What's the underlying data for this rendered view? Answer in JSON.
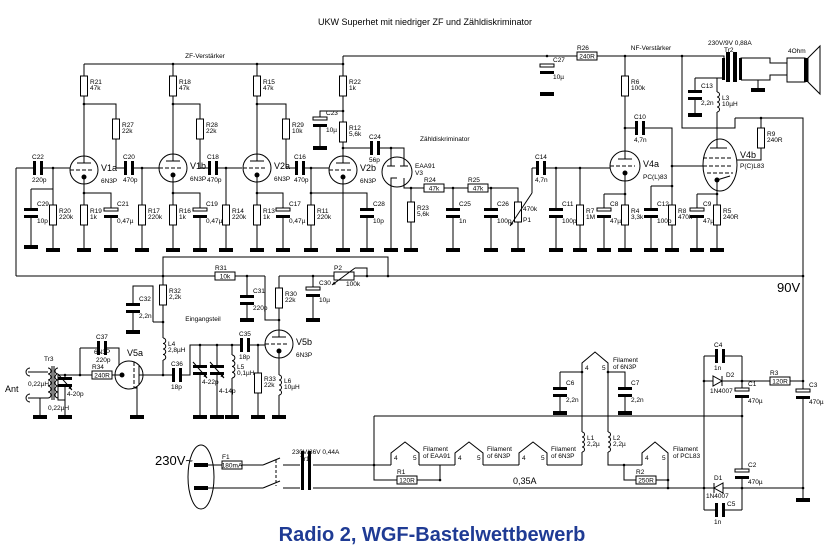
{
  "title": "UKW Superhet mit niedriger ZF und Zähldiskriminator",
  "sections": {
    "if_amp": "ZF-Verstärker",
    "af_amp": "NF-Verstärker",
    "discriminator": "Zähldiskriminator",
    "input": "Eingangsteil"
  },
  "labels": {
    "supply": "90V",
    "antenna": "Ant",
    "mains": "230V~",
    "filament_current": "0,35A"
  },
  "footer": "Radio 2, WGF-Bastelwettbewerb",
  "footer_color": "#1f3b94",
  "speaker": {
    "impedance": "4Ohm"
  },
  "tubes": [
    {
      "ref": "V1a",
      "type": "6N3P"
    },
    {
      "ref": "V1b",
      "type": "6N3P"
    },
    {
      "ref": "V2a",
      "type": "6N3P"
    },
    {
      "ref": "V2b",
      "type": "6N3P"
    },
    {
      "ref": "V3",
      "type": "EAA91"
    },
    {
      "ref": "V4a",
      "type": "PC(L)83"
    },
    {
      "ref": "V4b",
      "type": "P(C)L83"
    },
    {
      "ref": "V5a",
      "type": "6N3P"
    },
    {
      "ref": "V5b",
      "type": "6N3P"
    }
  ],
  "components": [
    {
      "ref": "R21",
      "value": "47k"
    },
    {
      "ref": "R18",
      "value": "47k"
    },
    {
      "ref": "R15",
      "value": "47k"
    },
    {
      "ref": "R22",
      "value": "1k"
    },
    {
      "ref": "R27",
      "value": "22k"
    },
    {
      "ref": "R28",
      "value": "22k"
    },
    {
      "ref": "R29",
      "value": "10k"
    },
    {
      "ref": "R12",
      "value": "5,6k"
    },
    {
      "ref": "C23",
      "value": "10µ"
    },
    {
      "ref": "C22",
      "value": "220p"
    },
    {
      "ref": "C20",
      "value": "470p"
    },
    {
      "ref": "C18",
      "value": "470p"
    },
    {
      "ref": "C16",
      "value": "470p"
    },
    {
      "ref": "C24",
      "value": "56p"
    },
    {
      "ref": "C29",
      "value": "10p"
    },
    {
      "ref": "R20",
      "value": "220k"
    },
    {
      "ref": "R19",
      "value": "1k"
    },
    {
      "ref": "C21",
      "value": "0,47µ"
    },
    {
      "ref": "R17",
      "value": "220k"
    },
    {
      "ref": "R16",
      "value": "1k"
    },
    {
      "ref": "C19",
      "value": "0,47µ"
    },
    {
      "ref": "R14",
      "value": "220k"
    },
    {
      "ref": "R13",
      "value": "1k"
    },
    {
      "ref": "C17",
      "value": "0,47µ"
    },
    {
      "ref": "R11",
      "value": "220k"
    },
    {
      "ref": "C28",
      "value": "10p"
    },
    {
      "ref": "R23",
      "value": "5,6k"
    },
    {
      "ref": "R24",
      "value": "47k"
    },
    {
      "ref": "R25",
      "value": "47k"
    },
    {
      "ref": "C25",
      "value": "1n"
    },
    {
      "ref": "C26",
      "value": "100p"
    },
    {
      "ref": "P1",
      "value": "470k"
    },
    {
      "ref": "C14",
      "value": "4,7n"
    },
    {
      "ref": "C11",
      "value": "100p"
    },
    {
      "ref": "R7",
      "value": "1M"
    },
    {
      "ref": "C8",
      "value": "47µ"
    },
    {
      "ref": "R4",
      "value": "3,3k"
    },
    {
      "ref": "C12",
      "value": "100p"
    },
    {
      "ref": "R8",
      "value": "470k"
    },
    {
      "ref": "C9",
      "value": "47µ"
    },
    {
      "ref": "R5",
      "value": "240R"
    },
    {
      "ref": "R26",
      "value": "240R"
    },
    {
      "ref": "C27",
      "value": "10µ"
    },
    {
      "ref": "R6",
      "value": "100k"
    },
    {
      "ref": "C10",
      "value": "4,7n"
    },
    {
      "ref": "C13",
      "value": "2,2n"
    },
    {
      "ref": "L3",
      "value": "10µH"
    },
    {
      "ref": "R9",
      "value": "240R"
    },
    {
      "ref": "Tr2",
      "value": "230V/9V 0,88A"
    },
    {
      "ref": "R31",
      "value": "10k"
    },
    {
      "ref": "P2",
      "value": "100k"
    },
    {
      "ref": "C30",
      "value": "10µ"
    },
    {
      "ref": "R30",
      "value": "22k"
    },
    {
      "ref": "C31",
      "value": "220p"
    },
    {
      "ref": "R32",
      "value": "2,2k"
    },
    {
      "ref": "C32",
      "value": "2,2n"
    },
    {
      "ref": "L4",
      "value": "2,8µH"
    },
    {
      "ref": "C37",
      "value": "220p"
    },
    {
      "ref": "R34",
      "value": "240R"
    },
    {
      "ref": "C36",
      "value": "18p"
    },
    {
      "ref": "C35",
      "value": "18p"
    },
    {
      "ref": "L5",
      "value": "0,1µH"
    },
    {
      "ref": "R33",
      "value": "22k"
    },
    {
      "ref": "L6",
      "value": "10µH"
    },
    {
      "ref": "Tr3",
      "value": "0,22µH",
      "value2": "0,22µH"
    },
    {
      "ref": "F1",
      "value": "180mA"
    },
    {
      "ref": "Tr1",
      "value": "230V/36V 0,44A"
    },
    {
      "ref": "R1",
      "value": "120R"
    },
    {
      "ref": "R2",
      "value": "250R"
    },
    {
      "ref": "L1",
      "value": "2,2µ"
    },
    {
      "ref": "L2",
      "value": "2,2µ"
    },
    {
      "ref": "C6",
      "value": "2,2n"
    },
    {
      "ref": "C7",
      "value": "2,2n"
    },
    {
      "ref": "C4",
      "value": "1n"
    },
    {
      "ref": "D2",
      "value": "1N4007"
    },
    {
      "ref": "C1",
      "value": "470µ"
    },
    {
      "ref": "R3",
      "value": "120R"
    },
    {
      "ref": "C3",
      "value": "470µ"
    },
    {
      "ref": "C2",
      "value": "470µ"
    },
    {
      "ref": "D1",
      "value": "1N4007"
    },
    {
      "ref": "C5",
      "value": "1n"
    }
  ],
  "trimmers": [
    {
      "value": "4-20p"
    },
    {
      "value": "4-22p"
    },
    {
      "value": "4-14p"
    }
  ],
  "filament_pins": [
    "4",
    "5"
  ],
  "filaments": [
    {
      "line1": "Filament",
      "line2": "of EAA91"
    },
    {
      "line1": "Filament",
      "line2": "of 6N3P"
    },
    {
      "line1": "Filament",
      "line2": "of 6N3P"
    },
    {
      "line1": "Filament",
      "line2": "of 6N3P"
    },
    {
      "line1": "Filament",
      "line2": "of PCL83"
    }
  ]
}
